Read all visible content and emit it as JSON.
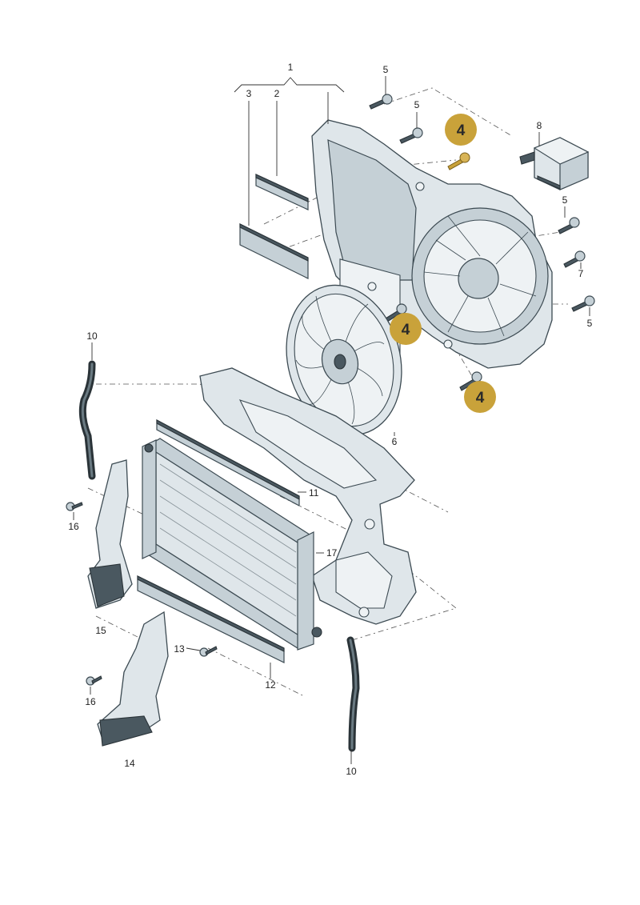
{
  "diagram": {
    "callouts": {
      "c1": "1",
      "c2": "2",
      "c3": "3",
      "c5a": "5",
      "c5b": "5",
      "c5c": "5",
      "c5d": "5",
      "c6": "6",
      "c7": "7",
      "c8": "8",
      "c10a": "10",
      "c10b": "10",
      "c11": "11",
      "c12": "12",
      "c13": "13",
      "c14": "14",
      "c15": "15",
      "c16a": "16",
      "c16b": "16",
      "c17": "17"
    },
    "badges": {
      "b4a": "4",
      "b4b": "4",
      "b4c": "4"
    },
    "badge_color": "#c9a23a",
    "part_color": "#dfe6ea",
    "outline_color": "#3c4a52"
  }
}
